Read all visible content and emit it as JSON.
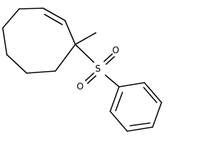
{
  "molecule": {
    "atom_labels": {
      "sulfur": "S",
      "oxygen_top": "O",
      "oxygen_bottom": "O"
    },
    "bond_color": "#000000",
    "background": "#ffffff"
  }
}
